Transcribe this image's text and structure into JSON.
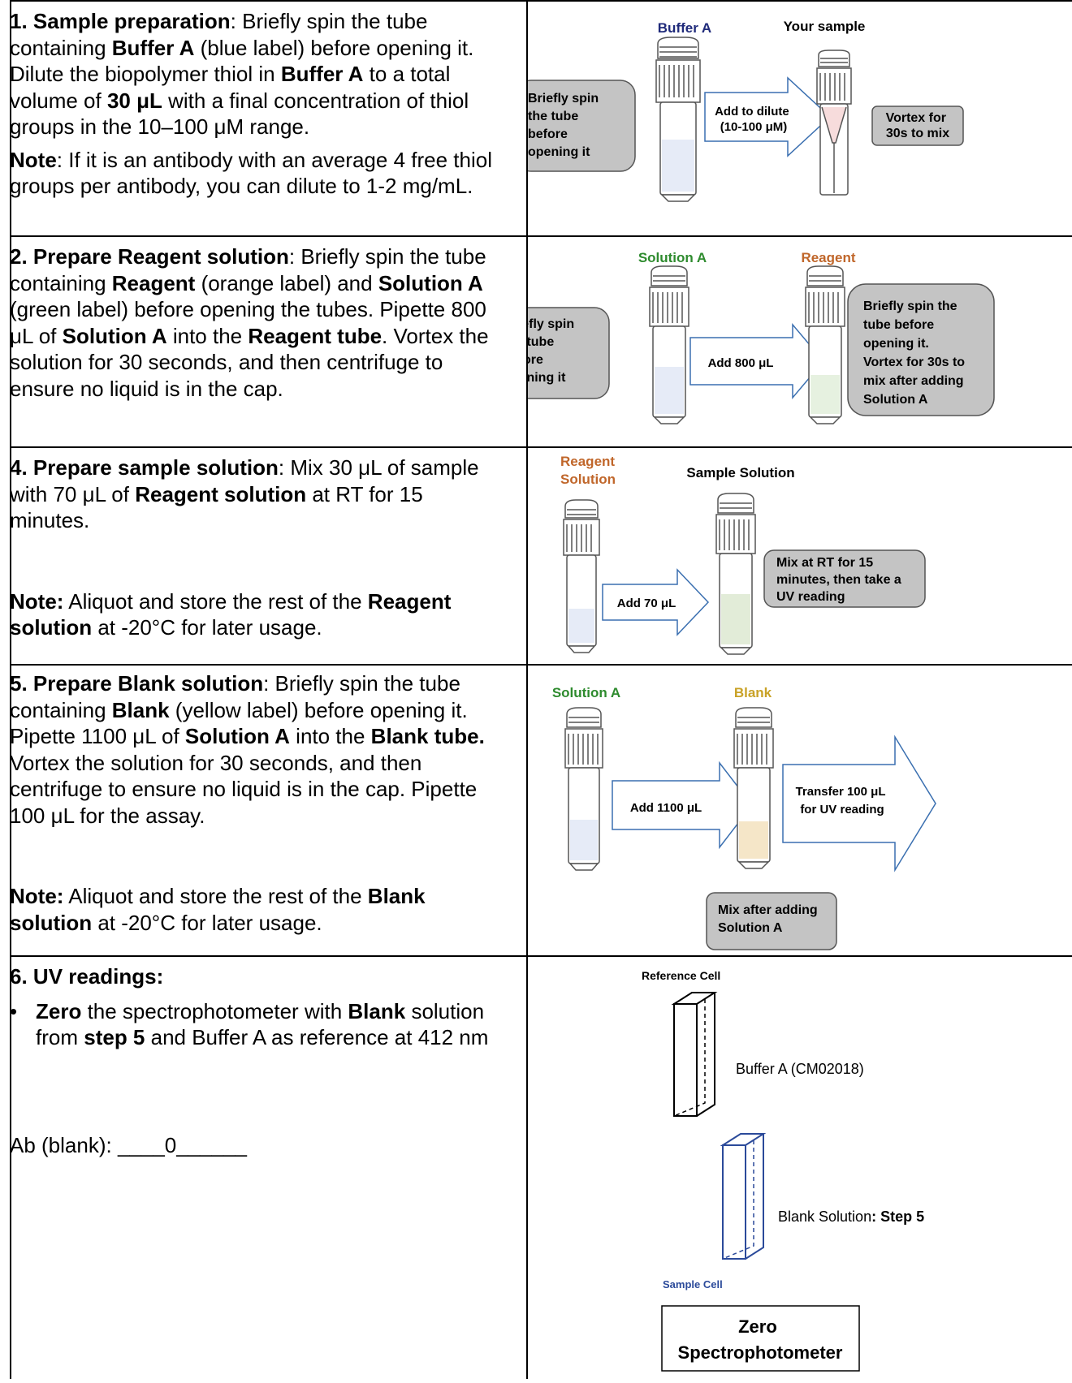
{
  "rows": [
    {
      "step_num": "1.",
      "step_title": "Sample preparation",
      "t1": ": Briefly spin the tube containing ",
      "b1": "Buffer A",
      "t2": " (blue label) before opening it. Dilute the biopolymer thiol in ",
      "b2": "Buffer A",
      "t3": " to a total volume of ",
      "b3": "30 μL",
      "t4": " with a final concentration of thiol groups in the 10–100 μM range.",
      "note_label": "Note",
      "note_text": ": If it is an antibody with an average 4 free thiol groups per antibody, you can dilute to 1-2 mg/mL.",
      "fig": {
        "tube1_label": "Buffer A",
        "tube2_label": "Your sample",
        "box1": [
          "Briefly spin",
          "the tube",
          "before",
          "opening it"
        ],
        "arrow": [
          "Add to dilute",
          "(10-100 μM)"
        ],
        "box2": [
          "Vortex for",
          "30s to mix"
        ]
      }
    },
    {
      "step_num": "2.",
      "step_title": "Prepare Reagent solution",
      "t1": ": Briefly spin the tube containing ",
      "b1": "Reagent",
      "t2": " (orange label) and ",
      "b2": "Solution A",
      "t3": " (green label) before opening the tubes. Pipette 800 μL of ",
      "b3": "Solution A",
      "t4": " into the ",
      "b4": "Reagent tube",
      "t5": ". Vortex the solution for 30 seconds, and then centrifuge to ensure no liquid is in the cap.",
      "fig": {
        "tube1_label": "Solution A",
        "tube2_label": "Reagent",
        "box1": [
          "Briefly spin",
          "the tube",
          "before",
          "opening it"
        ],
        "arrow": [
          "Add 800 μL"
        ],
        "box2": [
          "Briefly spin the",
          "tube before",
          "opening it.",
          "Vortex for 30s to",
          "mix after adding",
          "Solution A"
        ]
      }
    },
    {
      "step_num": "4.",
      "step_title": "Prepare sample solution",
      "t1": ": Mix 30 μL of sample with 70 μL of ",
      "b1": "Reagent solution",
      "t2": " at RT for 15 minutes.",
      "note_label": "Note:",
      "note_t1": " Aliquot and store the rest of the ",
      "note_b1": "Reagent solution",
      "note_t2": " at -20°C for later usage.",
      "fig": {
        "tube1_label": [
          "Reagent",
          "Solution"
        ],
        "tube2_label": "Sample Solution",
        "arrow": [
          "Add 70 μL"
        ],
        "box2": [
          "Mix at RT for 15",
          "minutes, then take a",
          "UV reading"
        ]
      }
    },
    {
      "step_num": "5.",
      "step_title": "Prepare Blank solution",
      "t1": ": Briefly spin the tube containing ",
      "b1": "Blank",
      "t2": " (yellow label) before opening it. Pipette 1100 μL of ",
      "b2": "Solution A",
      "t3": " into the ",
      "b3": "Blank tube.",
      "t4": " Vortex the solution for 30 seconds, and then centrifuge to ensure no liquid is in the cap. Pipette 100 μL for the assay.",
      "note_label": "Note:",
      "note_t1": " Aliquot and store the rest of the ",
      "note_b1": "Blank solution",
      "note_t2": " at -20°C for later usage.",
      "fig": {
        "tube1_label": "Solution A",
        "tube2_label": "Blank",
        "arrow": [
          "Add 1100 μL"
        ],
        "arrow2": [
          "Transfer 100 μL",
          "for UV reading"
        ],
        "box2": [
          "Mix after adding",
          "Solution A"
        ]
      }
    },
    {
      "step_num": "6.",
      "step_title": "UV readings:",
      "bullet_b1": "Zero",
      "bullet_t1": " the spectrophotometer with ",
      "bullet_b2": "Blank",
      "bullet_t2": " solution from ",
      "bullet_b3": "step 5",
      "bullet_t3": " and Buffer A as reference at 412 nm",
      "ab_line": "Ab (blank): ____0______",
      "fig": {
        "ref_cell": "Reference Cell",
        "buffer_label": "Buffer A (CM02018)",
        "blank_label": "Blank Solution",
        "blank_label_bold": ": Step 5",
        "sample_cell": "Sample Cell",
        "zero_box": [
          "Zero",
          "Spectrophotometer"
        ]
      }
    }
  ],
  "colors": {
    "buffer_a": "#1f2a7a",
    "solution_a": "#2e8b2e",
    "reagent": "#c0662a",
    "blank": "#c9a227",
    "callout_fill": "#c4c4c4",
    "arrow_stroke": "#3a6fb0",
    "cell_blue": "#2b4a9a"
  }
}
